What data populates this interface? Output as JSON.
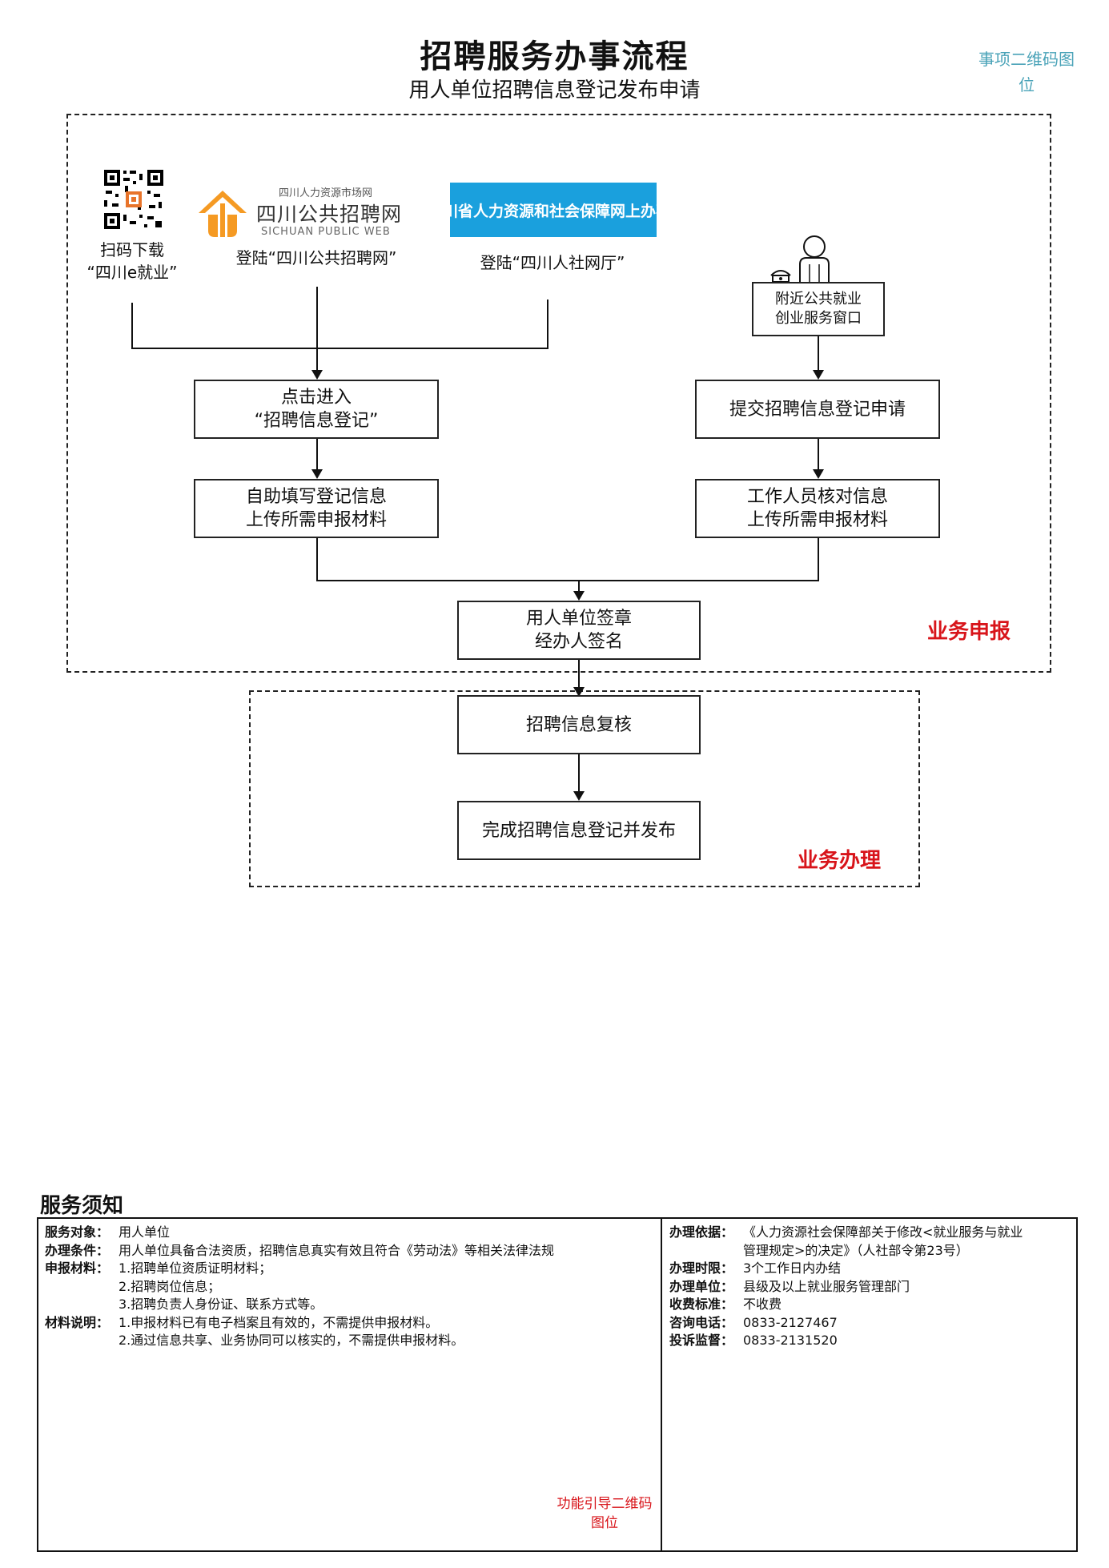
{
  "header": {
    "title": "招聘服务办事流程",
    "subtitle": "用人单位招聘信息登记发布申请",
    "qr_placeholder": "事项二维码图位"
  },
  "logos": {
    "sichuan_web_top": "四川人力资源市场网",
    "sichuan_web_cn": "四川公共招聘网",
    "sichuan_web_en": "SICHUAN PUBLIC WEB",
    "renshe_hall": "四川省人力资源和社会保障网上办事大厅"
  },
  "entry": {
    "scan_line1": "扫码下载",
    "scan_line2": "“四川e就业”",
    "login_web": "登陆“四川公共招聘网”",
    "login_hall": "登陆“四川人社网厅”",
    "window_line1": "附近公共就业",
    "window_line2": "创业服务窗口"
  },
  "steps": {
    "click_line1": "点击进入",
    "click_line2": "“招聘信息登记”",
    "submit": "提交招聘信息登记申请",
    "self_fill_line1": "自助填写登记信息",
    "self_fill_line2": "上传所需申报材料",
    "staff_line1": "工作人员核对信息",
    "staff_line2": "上传所需申报材料",
    "sign_line1": "用人单位签章",
    "sign_line2": "经办人签名",
    "review": "招聘信息复核",
    "publish": "完成招聘信息登记并发布"
  },
  "sections": {
    "apply": "业务申报",
    "handle": "业务办理"
  },
  "notice": {
    "title": "服务须知",
    "left": [
      {
        "label": "服务对象：",
        "text": "用人单位"
      },
      {
        "label": "办理条件：",
        "text": "用人单位具备合法资质，招聘信息真实有效且符合《劳动法》等相关法律法规"
      },
      {
        "label": "申报材料：",
        "text": "1.招聘单位资质证明材料；"
      },
      {
        "label": "",
        "text": "2.招聘岗位信息；"
      },
      {
        "label": "",
        "text": "3.招聘负责人身份证、联系方式等。"
      },
      {
        "label": "材料说明：",
        "text": "1.申报材料已有电子档案且有效的，不需提供申报材料。"
      },
      {
        "label": "",
        "text": "2.通过信息共享、业务协同可以核实的，不需提供申报材料。"
      }
    ],
    "right": [
      {
        "label": "办理依据：",
        "text": "《人力资源社会保障部关于修改<就业服务与就业"
      },
      {
        "label": "",
        "text": "管理规定>的决定》（人社部令第23号）"
      },
      {
        "label": "办理时限：",
        "text": "3个工作日内办结"
      },
      {
        "label": "办理单位：",
        "text": "县级及以上就业服务管理部门"
      },
      {
        "label": "收费标准：",
        "text": "不收费"
      },
      {
        "label": "咨询电话：",
        "text": "0833-2127467"
      },
      {
        "label": "投诉监督：",
        "text": "0833-2131520"
      }
    ],
    "func_qr": "功能引导二维码图位"
  }
}
